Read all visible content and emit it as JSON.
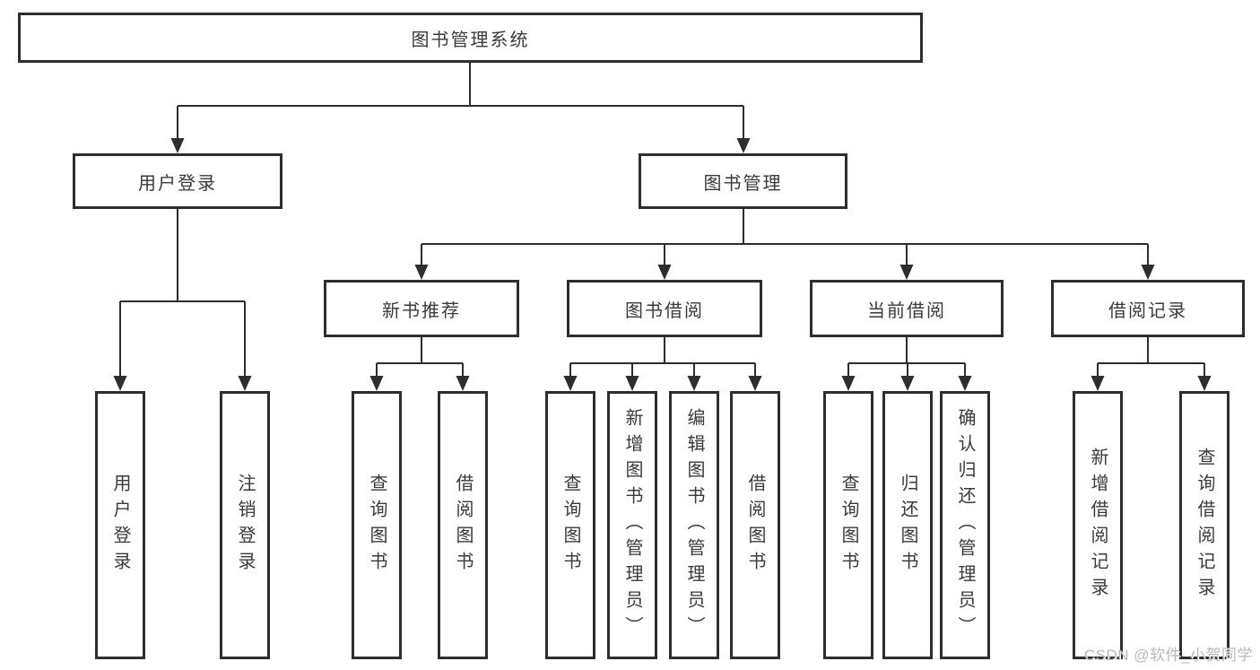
{
  "diagram": {
    "type": "hierarchy-tree",
    "watermark": "CSDN @软件_小贺同学",
    "colors": {
      "background": "#ffffff",
      "line": "#2e2e2e",
      "box_border": "#2e2e2e",
      "text": "#3a3a3a",
      "watermark": "#b9b9b9"
    },
    "tree": {
      "label": "图书管理系统",
      "children": [
        {
          "label": "用户登录",
          "children": [
            {
              "label": "用户登录"
            },
            {
              "label": "注销登录"
            }
          ]
        },
        {
          "label": "图书管理",
          "children": [
            {
              "label": "新书推荐",
              "children": [
                {
                  "label": "查询图书"
                },
                {
                  "label": "借阅图书"
                }
              ]
            },
            {
              "label": "图书借阅",
              "children": [
                {
                  "label": "查询图书"
                },
                {
                  "label": "新增图书（管理员）"
                },
                {
                  "label": "编辑图书（管理员）"
                },
                {
                  "label": "借阅图书"
                }
              ]
            },
            {
              "label": "当前借阅",
              "children": [
                {
                  "label": "查询图书"
                },
                {
                  "label": "归还图书"
                },
                {
                  "label": "确认归还（管理员）"
                }
              ]
            },
            {
              "label": "借阅记录",
              "children": [
                {
                  "label": "新增借阅记录"
                },
                {
                  "label": "查询借阅记录"
                }
              ]
            }
          ]
        }
      ]
    }
  }
}
